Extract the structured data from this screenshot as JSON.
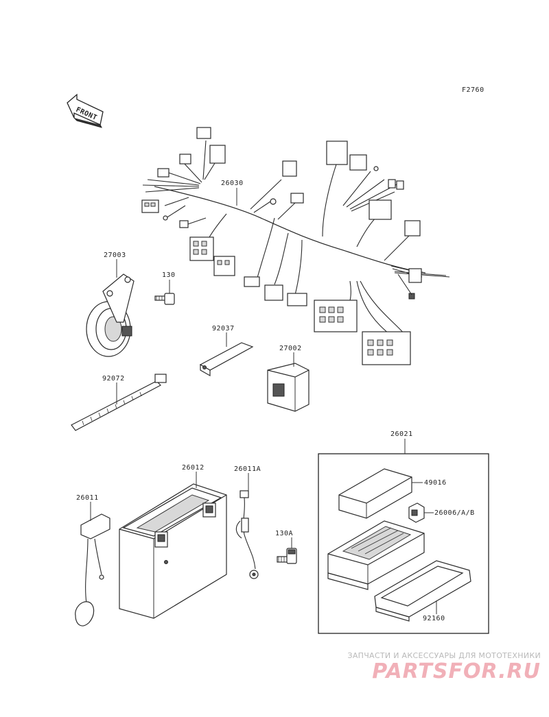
{
  "figure_code": "F2760",
  "front_arrow_label": "FRONT",
  "callouts": {
    "p26030": "26030",
    "p27003": "27003",
    "p130": "130",
    "p92037": "92037",
    "p27002": "27002",
    "p92072": "92072",
    "p26021": "26021",
    "p26012": "26012",
    "p26011A": "26011A",
    "p26011": "26011",
    "p130A": "130A",
    "p49016": "49016",
    "p26006": "26006/A/B",
    "p92160": "92160"
  },
  "watermark": {
    "tagline": "ЗАПЧАСТИ И АКСЕССУАРЫ ДЛЯ МОТОТЕХНИКИ",
    "logo": "PARTSFOR.RU"
  }
}
